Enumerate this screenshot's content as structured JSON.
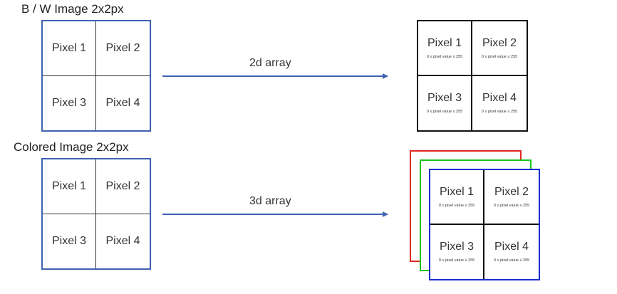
{
  "bw": {
    "title": "B / W Image 2x2px",
    "pixels": [
      "Pixel 1",
      "Pixel 2",
      "Pixel 3",
      "Pixel 4"
    ]
  },
  "colored": {
    "title": "Colored Image 2x2px",
    "pixels": [
      "Pixel 1",
      "Pixel 2",
      "Pixel 3",
      "Pixel 4"
    ]
  },
  "arrows": {
    "top_label": "2d array",
    "bottom_label": "3d array"
  },
  "array2d": {
    "pixels": [
      "Pixel 1",
      "Pixel 2",
      "Pixel 3",
      "Pixel 4"
    ],
    "range_text": "0 ≤ pixel value ≤ 255"
  },
  "array3d": {
    "pixels": [
      "Pixel 1",
      "Pixel 2",
      "Pixel 3",
      "Pixel 4"
    ],
    "range_text": "0 ≤ pixel value ≤ 255",
    "layer_colors": [
      "#e0291e",
      "#19c31c",
      "#1c2fd0"
    ]
  },
  "colors": {
    "grid_border": "#3f63b0",
    "arrow": "#3f63b0"
  }
}
